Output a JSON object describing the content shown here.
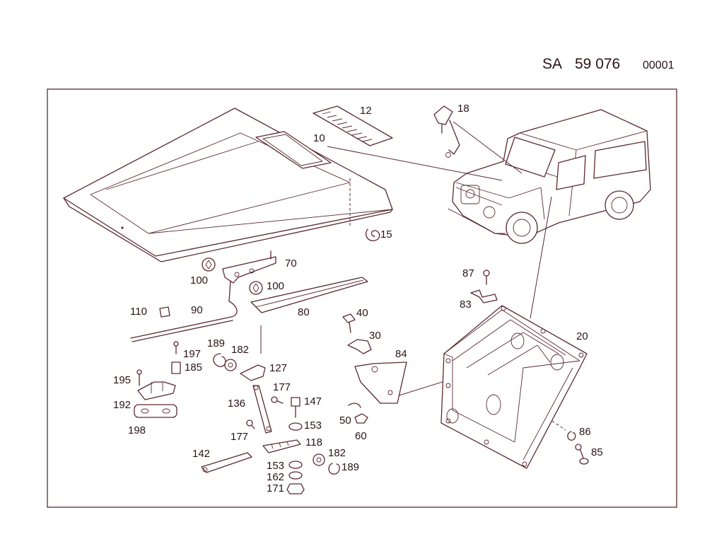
{
  "header": {
    "prefix": "SA",
    "number": "59 076",
    "sheet": "00001"
  },
  "labels": {
    "p10": "10",
    "p12": "12",
    "p15": "15",
    "p18": "18",
    "p20": "20",
    "p30": "30",
    "p40": "40",
    "p50": "50",
    "p60": "60",
    "p70": "70",
    "p80": "80",
    "p83": "83",
    "p84": "84",
    "p85": "85",
    "p86": "86",
    "p87": "87",
    "p90": "90",
    "p100a": "100",
    "p100b": "100",
    "p110": "110",
    "p118": "118",
    "p127": "127",
    "p136": "136",
    "p142": "142",
    "p147": "147",
    "p153a": "153",
    "p153b": "153",
    "p162": "162",
    "p171": "171",
    "p177a": "177",
    "p177b": "177",
    "p182a": "182",
    "p182b": "182",
    "p185": "185",
    "p189a": "189",
    "p189b": "189",
    "p192": "192",
    "p195": "195",
    "p197": "197",
    "p198": "198"
  }
}
